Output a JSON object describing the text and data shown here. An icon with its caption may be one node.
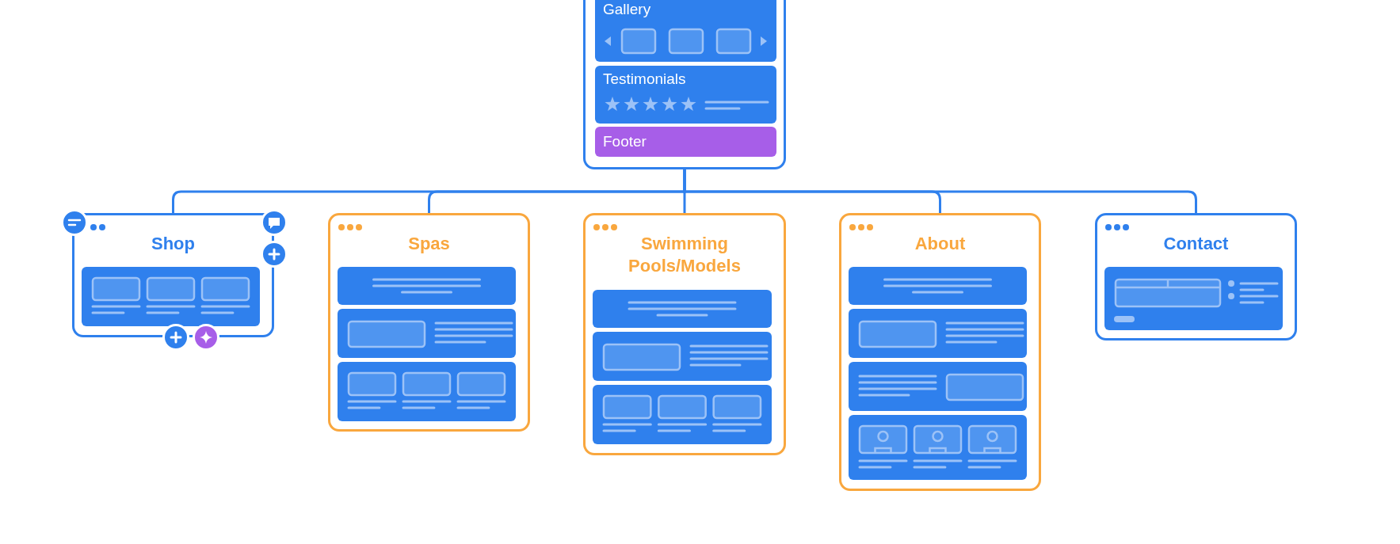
{
  "diagram": {
    "nodes": [
      {
        "text": [],
        "shape": "box"
      },
      {
        "text": [
          "Gallery"
        ],
        "in": 0
      },
      {
        "text": [
          "Testimonials"
        ],
        "in": 0
      },
      {
        "text": [
          "Footer"
        ],
        "in": 0
      },
      {
        "text": [
          "Shop"
        ]
      },
      {
        "text": [
          "Spas"
        ]
      },
      {
        "text": [
          "Swimming Pools/Models"
        ]
      },
      {
        "text": [
          "About"
        ]
      },
      {
        "text": [
          "Contact"
        ]
      }
    ],
    "edges": [
      {
        "from": 0,
        "to": 4,
        "arrow": "none"
      },
      {
        "from": 0,
        "to": 5,
        "arrow": "none"
      },
      {
        "from": 0,
        "to": 6,
        "arrow": "none"
      },
      {
        "from": 0,
        "to": 7,
        "arrow": "none"
      },
      {
        "from": 0,
        "to": 8,
        "arrow": "none"
      }
    ]
  }
}
